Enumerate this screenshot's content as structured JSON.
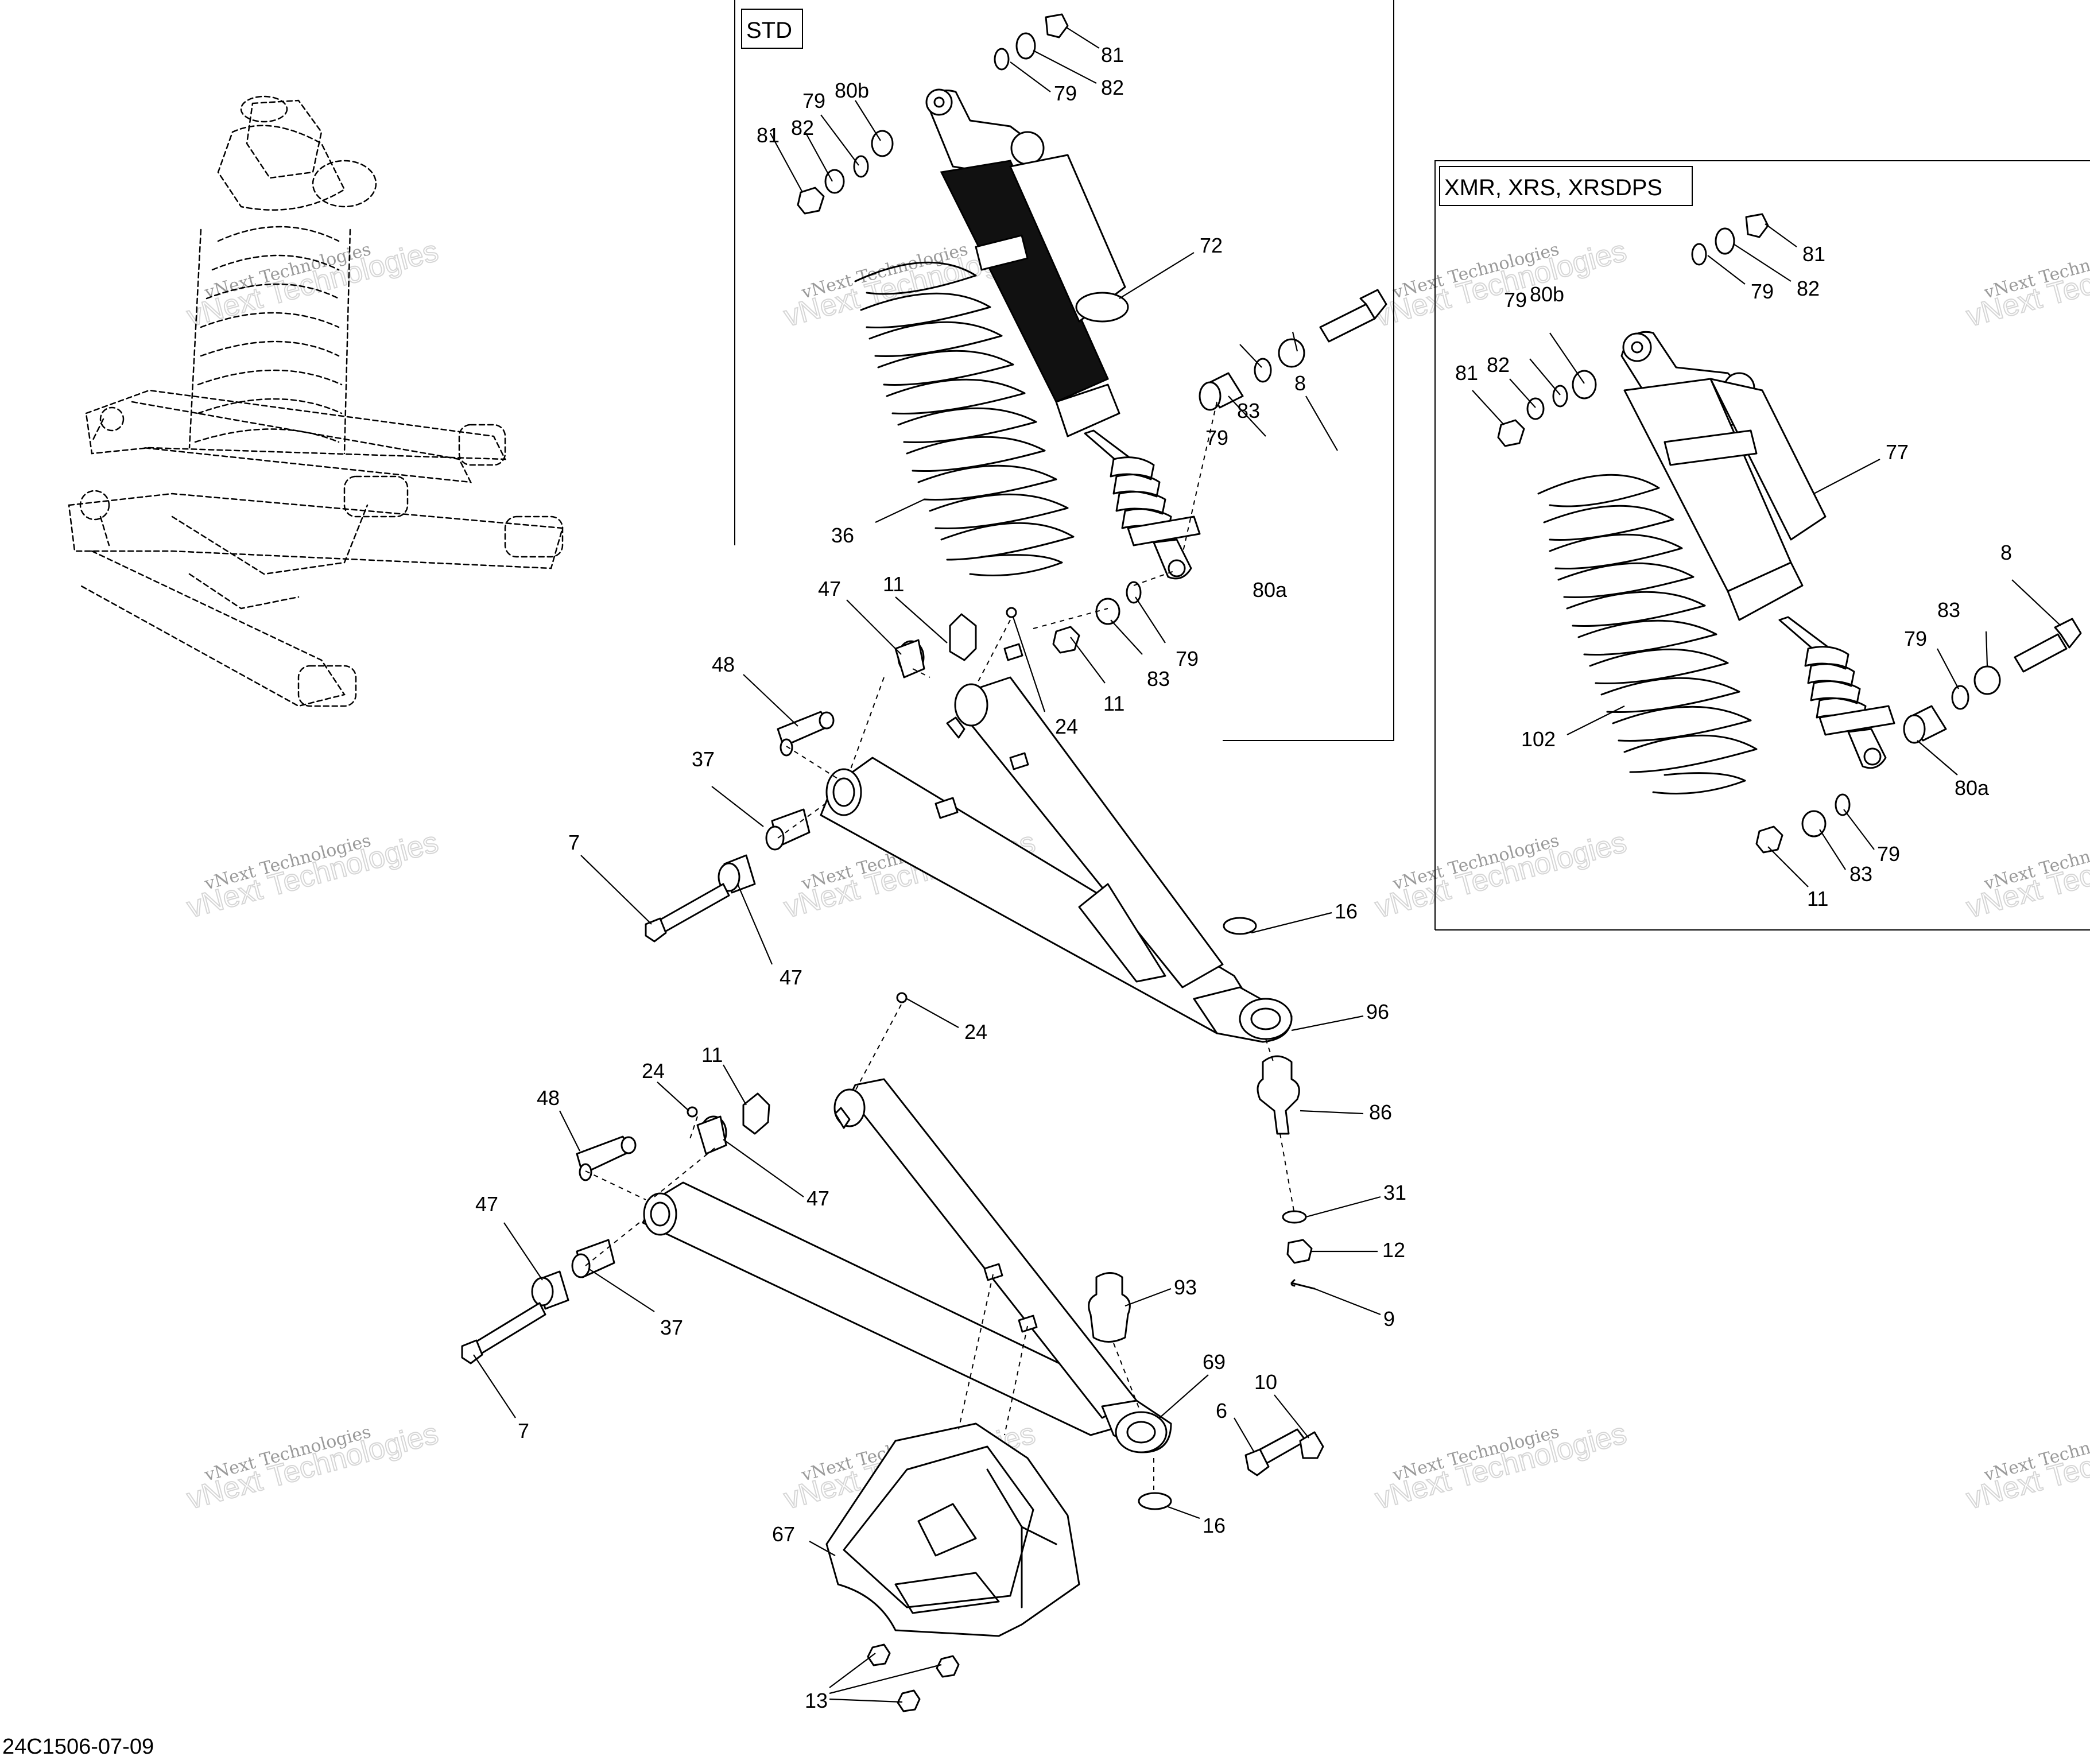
{
  "diagram": {
    "reference_code": "24C1506-07-09",
    "watermark": {
      "line1": "vNext Technologies",
      "line2": "vNext Technologies"
    },
    "boxes": {
      "std_label": "STD",
      "xmr_label": "XMR, XRS, XRSDPS"
    },
    "callouts": {
      "std_81a": "81",
      "std_82a": "82",
      "std_79a": "79",
      "std_79b": "79",
      "std_80b": "80b",
      "std_81b": "81",
      "std_82b": "82",
      "std_72": "72",
      "std_8": "8",
      "std_83a": "83",
      "std_79c": "79",
      "std_36": "36",
      "std_80a": "80a",
      "std_79d": "79",
      "std_83b": "83",
      "std_11": "11",
      "xmr_81a": "81",
      "xmr_82a": "82",
      "xmr_79a": "79",
      "xmr_79b": "79",
      "xmr_80b": "80b",
      "xmr_81b": "81",
      "xmr_82b": "82",
      "xmr_77": "77",
      "xmr_8": "8",
      "xmr_83a": "83",
      "xmr_79c": "79",
      "xmr_102": "102",
      "xmr_80a": "80a",
      "xmr_79d": "79",
      "xmr_83b": "83",
      "xmr_11": "11",
      "up_11": "11",
      "up_47a": "47",
      "up_24": "24",
      "up_48": "48",
      "up_37": "37",
      "up_7": "7",
      "up_47b": "47",
      "up_16": "16",
      "up_96": "96",
      "c_86": "86",
      "c_31": "31",
      "c_12": "12",
      "c_9": "9",
      "c_93": "93",
      "lo_24a": "24",
      "lo_24b": "24",
      "lo_11": "11",
      "lo_48": "48",
      "lo_47a": "47",
      "lo_47b": "47",
      "lo_37": "37",
      "lo_7": "7",
      "lo_69": "69",
      "lo_10": "10",
      "lo_6": "6",
      "lo_16": "16",
      "lo_67": "67",
      "lo_13": "13"
    }
  }
}
